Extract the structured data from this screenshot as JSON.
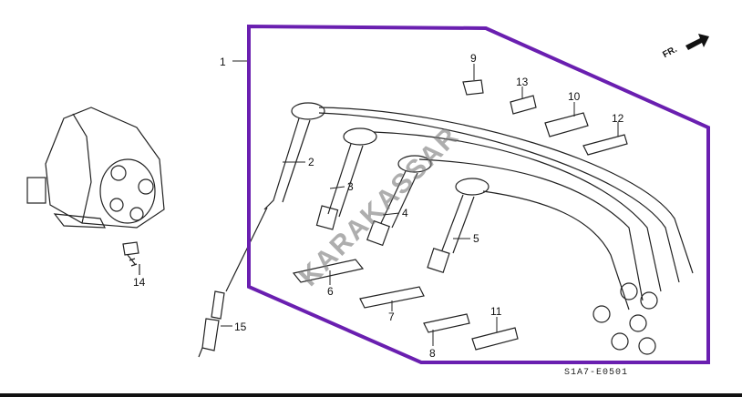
{
  "diagram": {
    "callouts": [
      "1",
      "2",
      "3",
      "4",
      "5",
      "6",
      "7",
      "8",
      "9",
      "10",
      "11",
      "12",
      "13",
      "14",
      "15"
    ],
    "direction_label": "FR.",
    "drawing_code": "S1A7-E0501",
    "watermark": "KARAKASSAR",
    "highlight_color": "#6a1fb0"
  }
}
